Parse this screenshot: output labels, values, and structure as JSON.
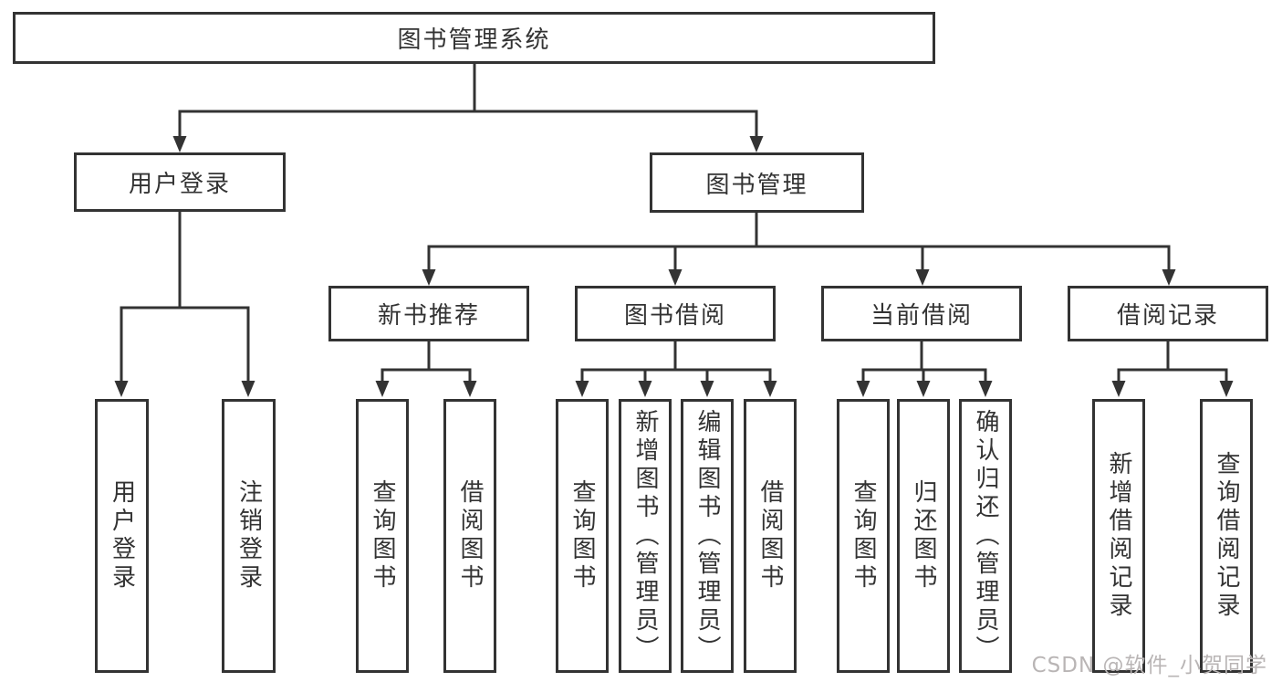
{
  "tree": {
    "label": "图书管理系统",
    "children": [
      {
        "label": "用户登录",
        "children": [
          {
            "label": "用户登录"
          },
          {
            "label": "注销登录"
          }
        ]
      },
      {
        "label": "图书管理",
        "children": [
          {
            "label": "新书推荐",
            "children": [
              {
                "label": "查询图书"
              },
              {
                "label": "借阅图书"
              }
            ]
          },
          {
            "label": "图书借阅",
            "children": [
              {
                "label": "查询图书"
              },
              {
                "label": "新增图书（管理员）"
              },
              {
                "label": "编辑图书（管理员）"
              },
              {
                "label": "借阅图书"
              }
            ]
          },
          {
            "label": "当前借阅",
            "children": [
              {
                "label": "查询图书"
              },
              {
                "label": "归还图书"
              },
              {
                "label": "确认归还（管理员）"
              }
            ]
          },
          {
            "label": "借阅记录",
            "children": [
              {
                "label": "新增借阅记录"
              },
              {
                "label": "查询借阅记录"
              }
            ]
          }
        ]
      }
    ]
  },
  "watermark": {
    "text": "CSDN @软件_小贺同学"
  },
  "colors": {
    "line": "#333333",
    "box_border": "#333333",
    "text": "#333333",
    "background": "#ffffff",
    "watermark": "#b9b5b5"
  }
}
